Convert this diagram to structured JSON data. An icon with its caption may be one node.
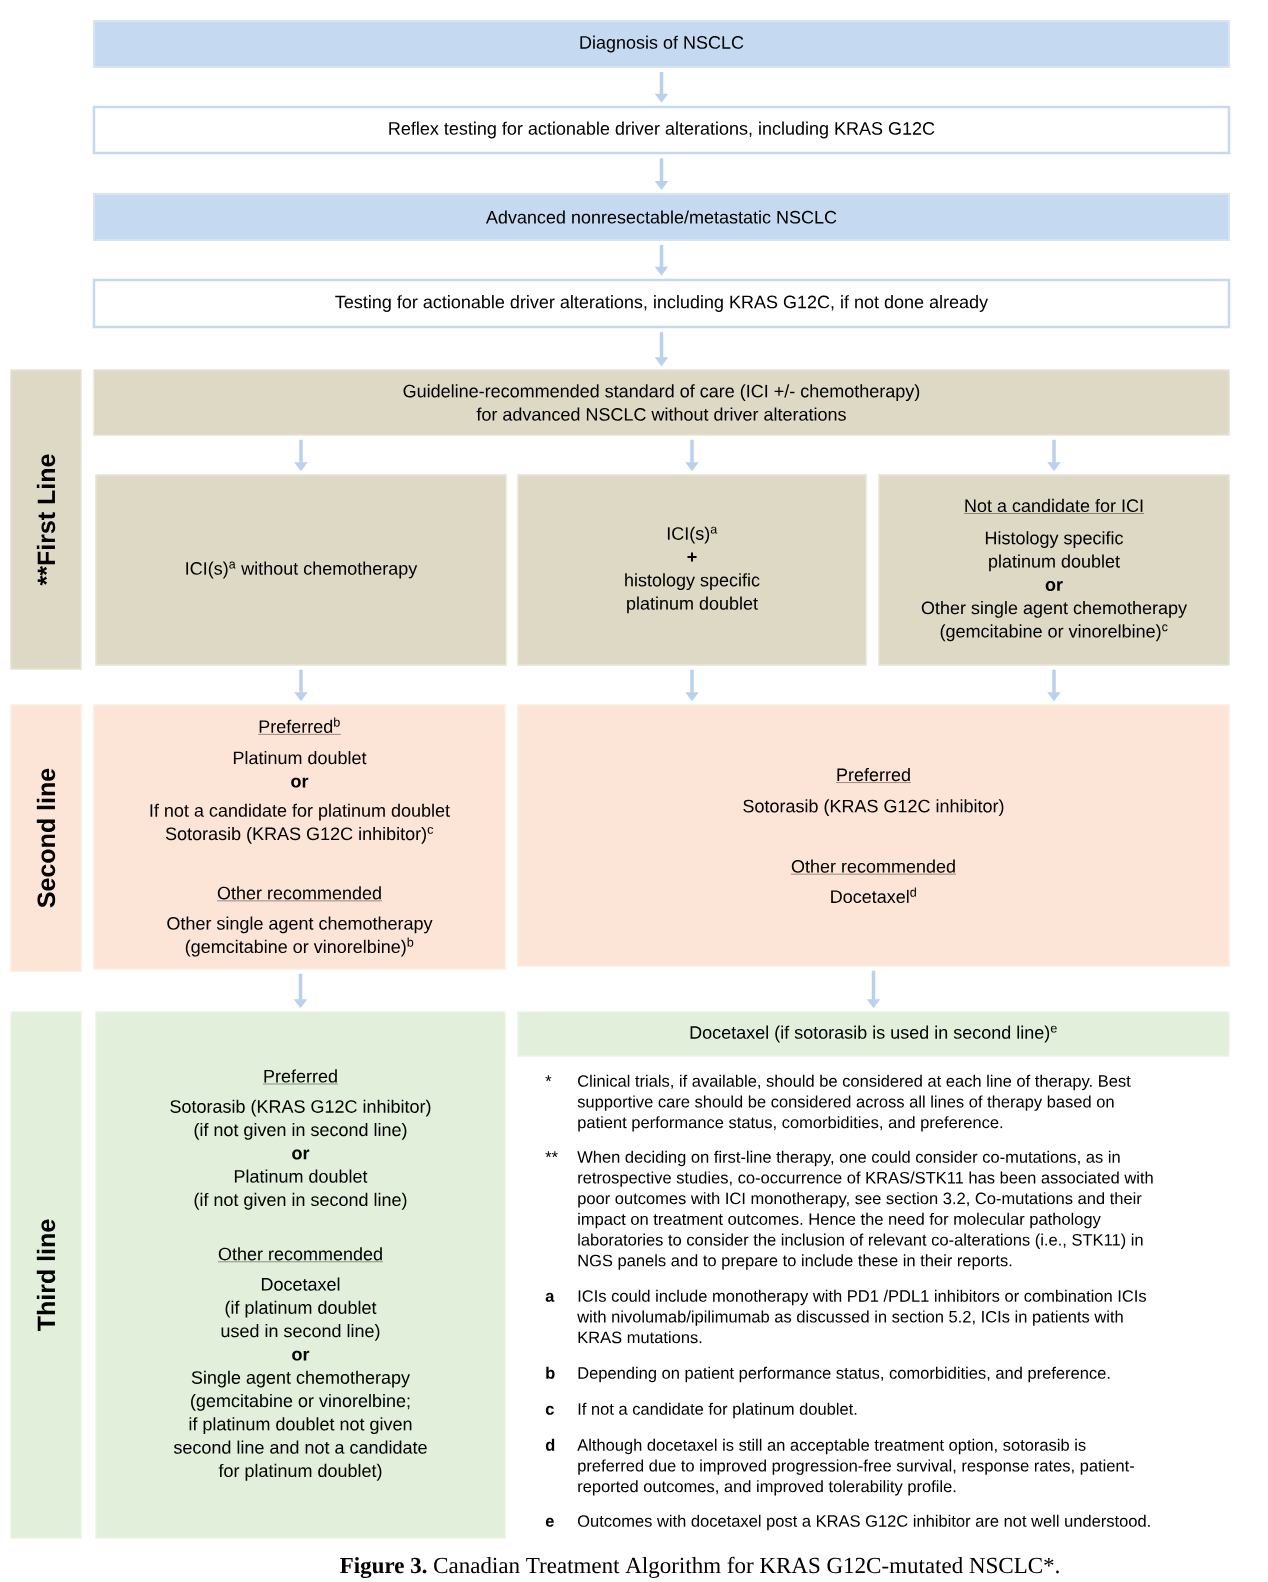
{
  "diagram": {
    "caption": "**Figure 3.** Canadian Treatment Algorithm for KRAS G12C-mutated NSCLC*.",
    "nodes": [
      {
        "text": [
          "Diagnosis of NSCLC"
        ]
      },
      {
        "text": [
          "Reflex testing for actionable driver alterations, including KRAS G12C"
        ]
      },
      {
        "text": [
          "Advanced nonresectable/metastatic NSCLC"
        ]
      },
      {
        "text": [
          "Testing for actionable driver alterations, including KRAS G12C, if not done already"
        ]
      },
      {
        "text": [
          "**First Line"
        ]
      },
      {
        "text": [
          "Guideline-recommended standard of care (ICI +/- chemotherapy) for advanced NSCLC without driver alterations"
        ]
      },
      {
        "text": [
          "ICI(s)$^{a}$ without chemotherapy"
        ]
      },
      {
        "text": [
          "ICI(s)$^{a}$",
          "+",
          "histology specific platinum doublet"
        ]
      },
      {
        "text": [
          "Not a candidate for ICI",
          "Histology specific platinum doublet",
          "or",
          "Other single agent chemotherapy (gemcitabine or vinorelbine)$^{c}$"
        ]
      },
      {
        "text": [
          "Second line"
        ]
      },
      {
        "text": [
          "Preferred$^{b}$",
          "Platinum doublet",
          "or",
          "If not a candidate for platinum doublet Sotorasib (KRAS G12C inhibitor)$^{c}$",
          "Other recommended",
          "Other single agent chemotherapy (gemcitabine or vinorelbine)$^{b}$"
        ]
      },
      {
        "text": [
          "Preferred",
          "Sotorasib (KRAS G12C inhibitor)",
          "Other recommended",
          "Docetaxel$^{d}$"
        ]
      },
      {
        "text": [
          "Third line"
        ]
      },
      {
        "text": [
          "Preferred",
          "Sotorasib (KRAS G12C inhibitor) (if not given in second line)",
          "or",
          "Platinum doublet (if not given in second line)",
          "Other recommended",
          "Docetaxel (if platinum doublet used in second line)",
          "or",
          "Single agent chemotherapy (gemcitabine or vinorelbine; if platinum doublet not given second line and not a candidate for platinum doublet)"
        ]
      },
      {
        "text": [
          "Docetaxel (if sotorasib is used in second line)$^{e}$"
        ]
      }
    ],
    "edges": [
      {
        "from": 0,
        "to": 1,
        "arrow": "to"
      },
      {
        "from": 1,
        "to": 2,
        "arrow": "to"
      },
      {
        "from": 2,
        "to": 3,
        "arrow": "to"
      },
      {
        "from": 3,
        "to": 5,
        "arrow": "to"
      },
      {
        "from": 5,
        "to": 6,
        "arrow": "to"
      },
      {
        "from": 5,
        "to": 7,
        "arrow": "to"
      },
      {
        "from": 5,
        "to": 8,
        "arrow": "to"
      },
      {
        "from": 6,
        "to": 10,
        "arrow": "to"
      },
      {
        "from": 7,
        "to": 11,
        "arrow": "to"
      },
      {
        "from": 8,
        "to": 11,
        "arrow": "to"
      },
      {
        "from": 10,
        "to": 13,
        "arrow": "to"
      },
      {
        "from": 11,
        "to": 14,
        "arrow": "to"
      }
    ],
    "labels": [
      "*",
      "Clinical trials, if available, should be considered at each line of therapy. Best supportive care should be considered across all lines of therapy based on patient performance status, comorbidities, and preference.",
      "**",
      "When deciding on first-line therapy, one could consider co-mutations, as in retrospective studies, co-occurrence of KRAS/STK11 has been associated with poor outcomes with ICI monotherapy, see section 3.2, Co-mutations and their impact on treatment outcomes. Hence the need for molecular pathology laboratories to consider the inclusion of relevant co-alterations (i.e., STK11) in NGS panels and to prepare to include these in their reports.",
      "a",
      "ICIs could include monotherapy with PD1 /PDL1 inhibitors or combination ICIs with nivolumab/ipilimumab as discussed in section 5.2, ICIs in patients with KRAS mutations.",
      "b",
      "Depending on patient performance status, comorbidities, and preference.",
      "c",
      "If not a candidate for platinum doublet.",
      "d",
      "Although docetaxel is still an acceptable treatment option, sotorasib is preferred due to improved progression-free survival, response rates, patient-reported outcomes, and improved tolerability profile.",
      "e",
      "Outcomes with docetaxel post a KRAS G12C inhibitor are not well understood."
    ]
  }
}
